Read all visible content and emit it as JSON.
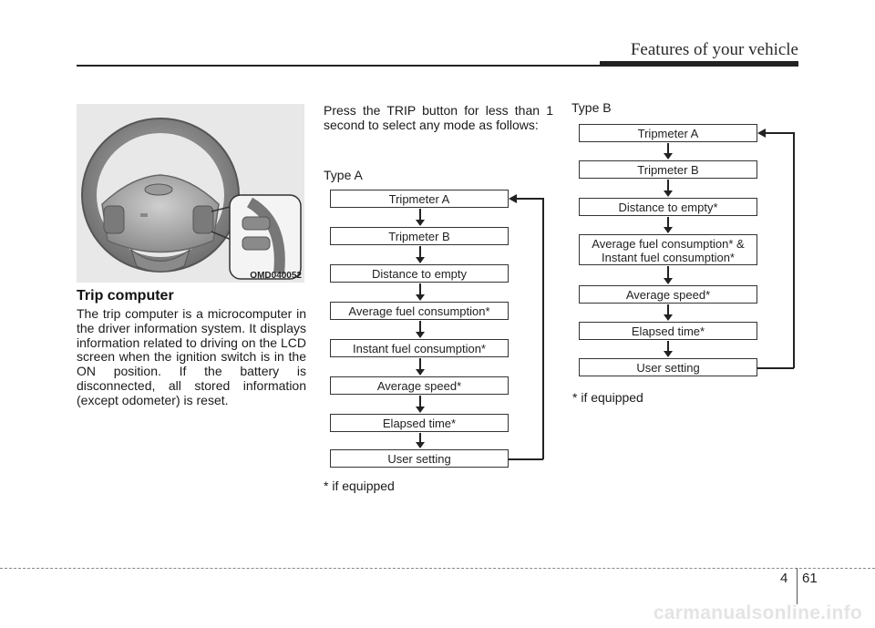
{
  "header": {
    "title": "Features of your vehicle"
  },
  "figure": {
    "caption": "OMD040052"
  },
  "section": {
    "title": "Trip computer",
    "body": "The trip computer is a microcomputer in the driver information system. It displays information related to driving on the LCD screen when the ignition switch is in the ON position. If the battery is disconnected, all stored information (except odometer) is reset."
  },
  "intro": "Press the TRIP button for less than 1 second to select any mode as follows:",
  "type_a": {
    "label": "Type A",
    "steps": [
      "Tripmeter A",
      "Tripmeter B",
      "Distance to empty",
      "Average fuel consumption*",
      "Instant fuel consumption*",
      "Average speed*",
      "Elapsed time*",
      "User setting"
    ],
    "footnote": "* if equipped"
  },
  "type_b": {
    "label": "Type B",
    "steps": [
      "Tripmeter A",
      "Tripmeter B",
      "Distance to empty*",
      "Average fuel consumption* & Instant fuel consumption*",
      "Average speed*",
      "Elapsed time*",
      "User setting"
    ],
    "footnote": "* if equipped"
  },
  "footer": {
    "chapter": "4",
    "page": "61",
    "watermark": "carmanualsonline.info"
  },
  "colors": {
    "ink": "#222222",
    "image_bg": "#e8e8e8",
    "watermark": "#e4e4e4"
  }
}
